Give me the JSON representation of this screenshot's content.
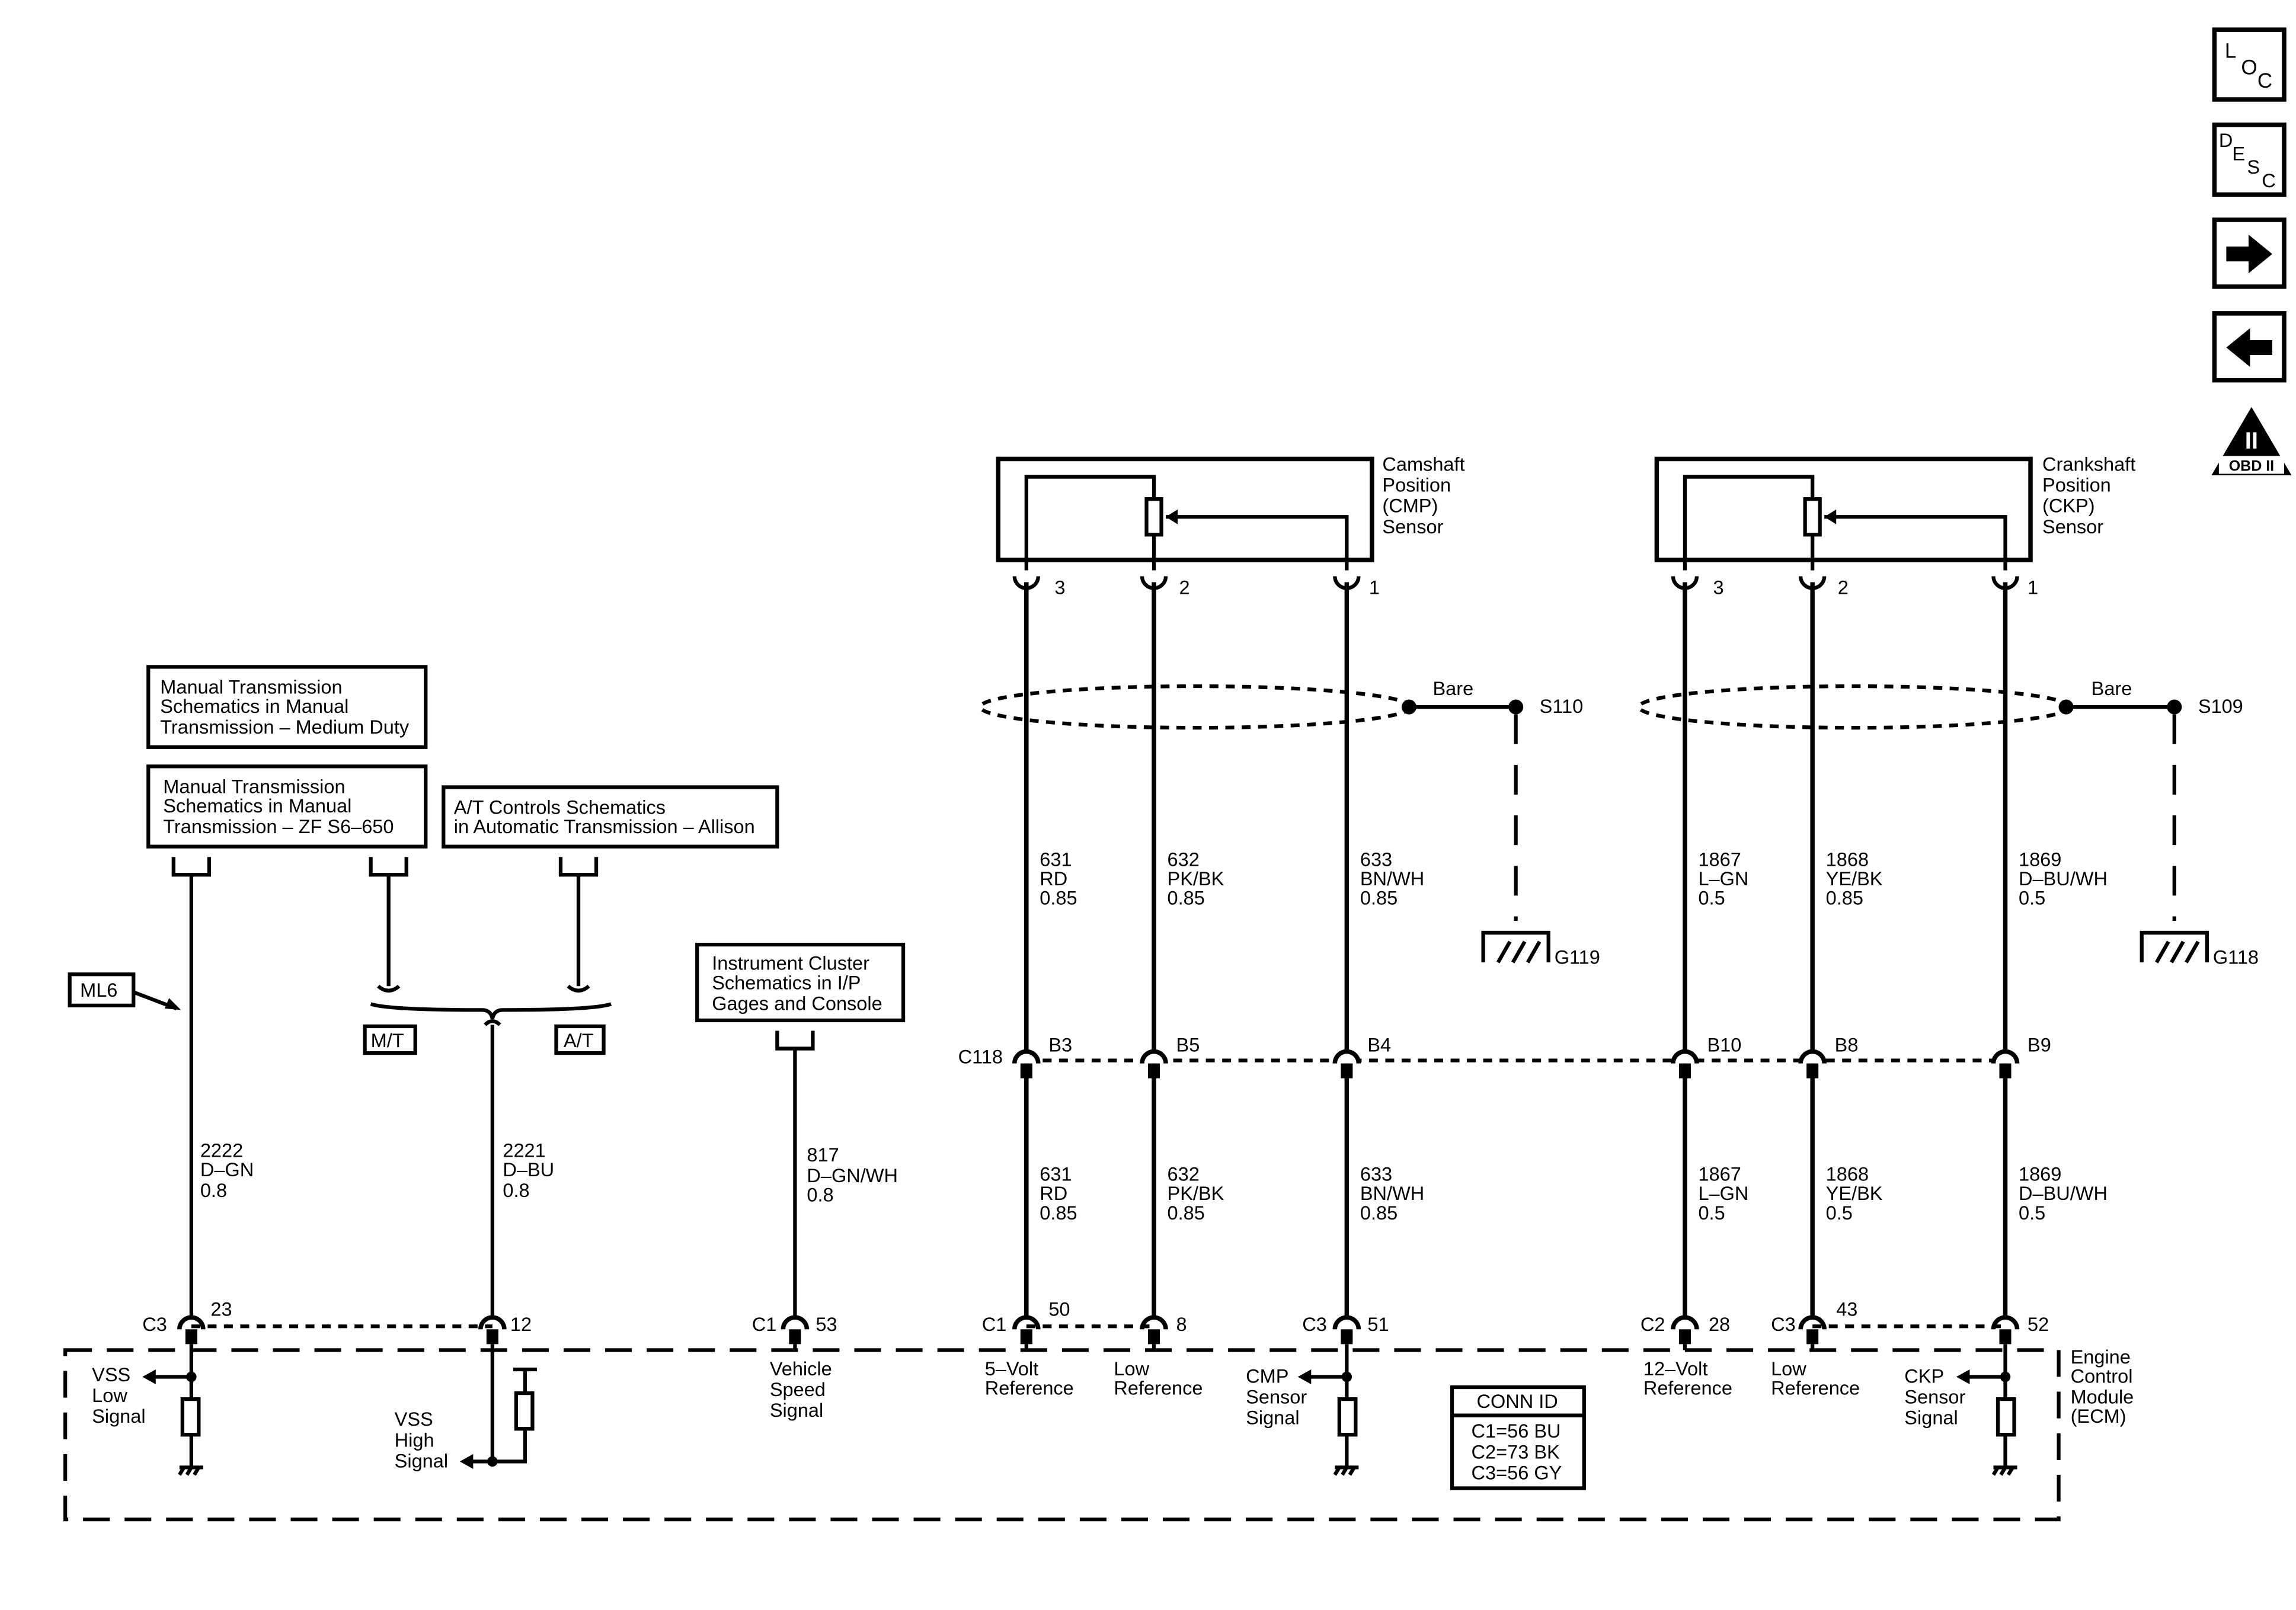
{
  "nav": {
    "loc": {
      "l": "L",
      "o": "O",
      "c": "C"
    },
    "desc": {
      "d": "D",
      "e": "E",
      "s": "S",
      "c": "C"
    },
    "obd_label": "OBD II",
    "obd_mark": "II"
  },
  "cmp_sensor": {
    "title": [
      "Camshaft",
      "Position",
      "(CMP)",
      "Sensor"
    ],
    "pins": [
      "3",
      "2",
      "1"
    ]
  },
  "ckp_sensor": {
    "title": [
      "Crankshaft",
      "Position",
      "(CKP)",
      "Sensor"
    ],
    "pins": [
      "3",
      "2",
      "1"
    ]
  },
  "shield_left": {
    "bare": "Bare",
    "splice": "S110",
    "ground": "G119"
  },
  "shield_right": {
    "bare": "Bare",
    "splice": "S109",
    "ground": "G118"
  },
  "refs": {
    "mt_medium": [
      "Manual Transmission",
      "Schematics in Manual",
      "Transmission – Medium Duty"
    ],
    "mt_zf": [
      "Manual Transmission",
      "Schematics in Manual",
      "Transmission – ZF S6–650"
    ],
    "at_allison": [
      "A/T Controls Schematics",
      "in Automatic Transmission – Allison"
    ],
    "ic": [
      "Instrument Cluster",
      "Schematics in I/P",
      "Gages and Console"
    ]
  },
  "options": {
    "ml6": "ML6",
    "mt": "M/T",
    "at": "A/T"
  },
  "wires_upper": [
    [
      "631",
      "RD",
      "0.85"
    ],
    [
      "632",
      "PK/BK",
      "0.85"
    ],
    [
      "633",
      "BN/WH",
      "0.85"
    ],
    [
      "1867",
      "L–GN",
      "0.5"
    ],
    [
      "1868",
      "YE/BK",
      "0.85"
    ],
    [
      "1869",
      "D–BU/WH",
      "0.5"
    ]
  ],
  "wires_lower": [
    [
      "631",
      "RD",
      "0.85"
    ],
    [
      "632",
      "PK/BK",
      "0.85"
    ],
    [
      "633",
      "BN/WH",
      "0.85"
    ],
    [
      "1867",
      "L–GN",
      "0.5"
    ],
    [
      "1868",
      "YE/BK",
      "0.5"
    ],
    [
      "1869",
      "D–BU/WH",
      "0.5"
    ]
  ],
  "wires_left": [
    [
      "2222",
      "D–GN",
      "0.8"
    ],
    [
      "2221",
      "D–BU",
      "0.8"
    ],
    [
      "817",
      "D–GN/WH",
      "0.8"
    ]
  ],
  "c118": {
    "name": "C118",
    "pins": [
      "B3",
      "B5",
      "B4",
      "B10",
      "B8",
      "B9"
    ]
  },
  "ecm_pins": {
    "p23": {
      "conn": "C3",
      "pin": "23"
    },
    "p12": {
      "pin": "12"
    },
    "p53": {
      "conn": "C1",
      "pin": "53"
    },
    "p50": {
      "conn": "C1",
      "pin": "50"
    },
    "p8": {
      "pin": "8"
    },
    "p51": {
      "conn": "C3",
      "pin": "51"
    },
    "p28": {
      "conn": "C2",
      "pin": "28"
    },
    "p43": {
      "conn": "C3",
      "pin": "43"
    },
    "p52": {
      "pin": "52"
    }
  },
  "signals": {
    "vss_low": [
      "VSS",
      "Low",
      "Signal"
    ],
    "vss_high": [
      "VSS",
      "High",
      "Signal"
    ],
    "vehicle_speed": [
      "Vehicle",
      "Speed",
      "Signal"
    ],
    "ref5v": [
      "5–Volt",
      "Reference"
    ],
    "low_ref_cmp": [
      "Low",
      "Reference"
    ],
    "cmp_signal": [
      "CMP",
      "Sensor",
      "Signal"
    ],
    "ref12v": [
      "12–Volt",
      "Reference"
    ],
    "low_ref_ckp": [
      "Low",
      "Reference"
    ],
    "ckp_signal": [
      "CKP",
      "Sensor",
      "Signal"
    ]
  },
  "ecm": {
    "name": [
      "Engine",
      "Control",
      "Module",
      "(ECM)"
    ]
  },
  "conn_id": {
    "title": "CONN ID",
    "rows": [
      "C1=56 BU",
      "C2=73 BK",
      "C3=56 GY"
    ]
  }
}
